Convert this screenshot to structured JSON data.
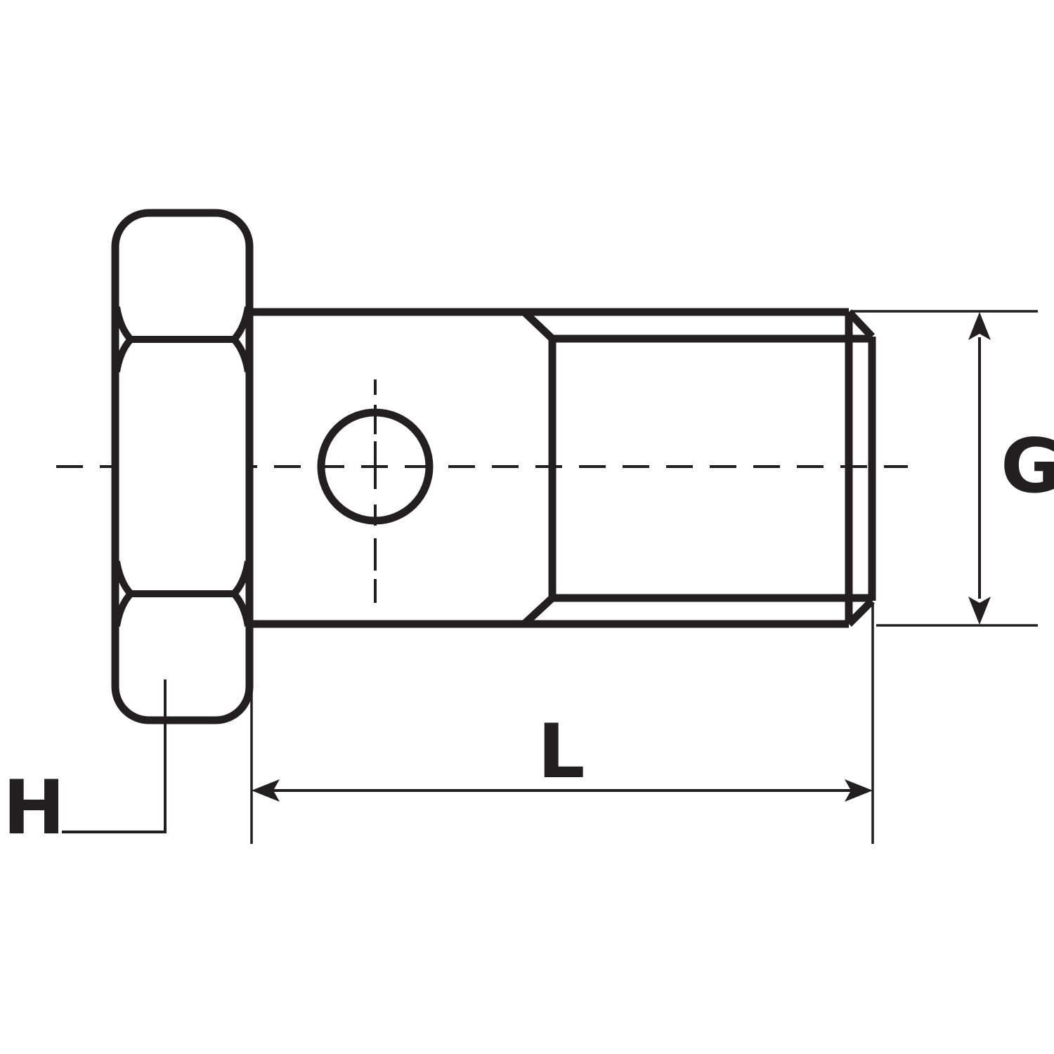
{
  "drawing": {
    "line_color": "#231f20",
    "background_color": "#ffffff"
  },
  "labels": {
    "thread_diameter": "G",
    "shank_length": "L",
    "head_width": "H"
  }
}
